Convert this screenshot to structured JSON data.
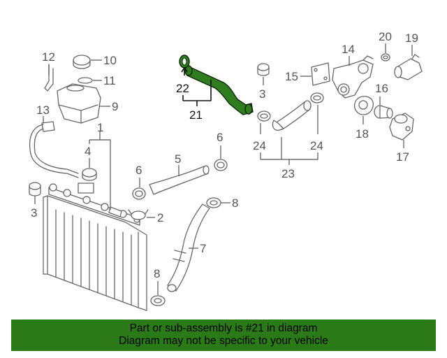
{
  "callouts": {
    "c1": "1",
    "c2": "2",
    "c3a": "3",
    "c3b": "3",
    "c4": "4",
    "c5": "5",
    "c6a": "6",
    "c6b": "6",
    "c7": "7",
    "c8a": "8",
    "c8b": "8",
    "c9": "9",
    "c10": "10",
    "c11": "11",
    "c12": "12",
    "c13": "13",
    "c14": "14",
    "c15": "15",
    "c16": "16",
    "c17": "17",
    "c18": "18",
    "c19": "19",
    "c20": "20",
    "c21": "21",
    "c22": "22",
    "c23": "23",
    "c24a": "24",
    "c24b": "24"
  },
  "banner": {
    "line1": "Part or sub-assembly is #21 in diagram",
    "line2": "Diagram may not be specific to your vehicle"
  },
  "colors": {
    "highlight": "#2f7d1f",
    "banner": "#2a7a18"
  }
}
